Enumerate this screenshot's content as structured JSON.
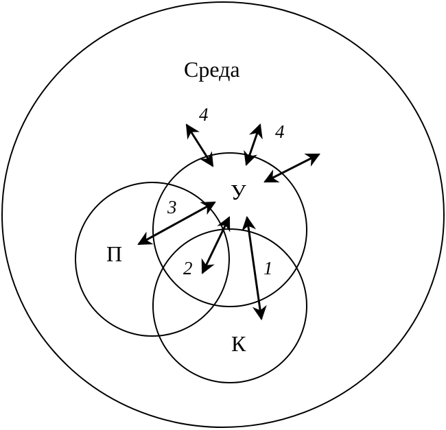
{
  "labels": {
    "environment": "Среда",
    "u": "У",
    "p": "П",
    "k": "К"
  },
  "links": {
    "one": "1",
    "two": "2",
    "three": "3",
    "four_left": "4",
    "four_right": "4"
  },
  "colors": {
    "stroke": "#000000",
    "background": "#ffffff"
  }
}
